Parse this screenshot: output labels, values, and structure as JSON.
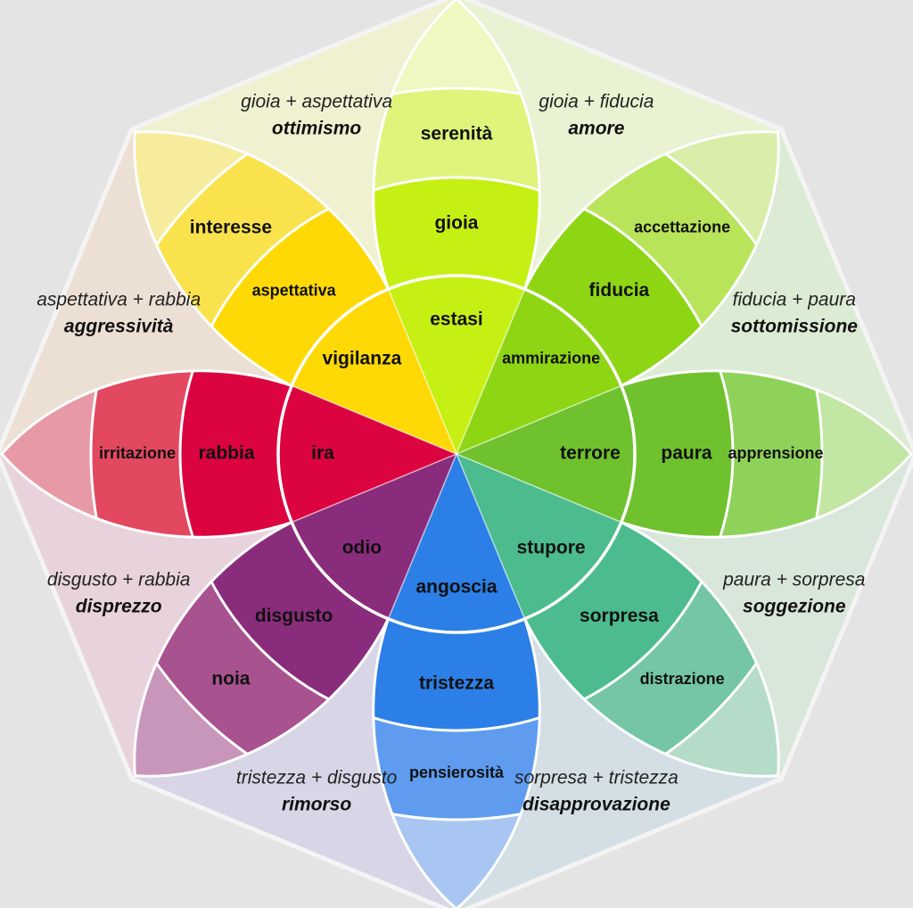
{
  "petals": [
    {
      "color": "#c6f014",
      "light": "#dff47a",
      "lighter": "#eef8c0",
      "inner": "estasi",
      "middle": "gioia",
      "outer": "serenità"
    },
    {
      "color": "#8ed614",
      "light": "#b8e45a",
      "lighter": "#d9eeaa",
      "inner": "ammirazione",
      "middle": "fiducia",
      "outer": "accettazione"
    },
    {
      "color": "#6fc12e",
      "light": "#8ed25a",
      "lighter": "#c2e6a3",
      "inner": "terrore",
      "middle": "paura",
      "outer": "apprensione"
    },
    {
      "color": "#4cbc8e",
      "light": "#74c6a6",
      "lighter": "#b5dcc9",
      "inner": "stupore",
      "middle": "sorpresa",
      "outer": "distrazione"
    },
    {
      "color": "#2b7fe6",
      "light": "#5f9cf0",
      "lighter": "#a9c6f2",
      "inner": "angoscia",
      "middle": "tristezza",
      "outer": "pensierosità"
    },
    {
      "color": "#8a2c7c",
      "light": "#a8528f",
      "lighter": "#c996bb",
      "inner": "odio",
      "middle": "disgusto",
      "outer": "noia"
    },
    {
      "color": "#dc0440",
      "light": "#e24860",
      "lighter": "#e899a6",
      "inner": "ira",
      "middle": "rabbia",
      "outer": "irritazione"
    },
    {
      "color": "#ffd905",
      "light": "#fae24c",
      "lighter": "#f6ec9c",
      "inner": "vigilanza",
      "middle": "aspettativa",
      "outer": "interesse"
    }
  ],
  "dyads": [
    {
      "combo": "gioia + fiducia",
      "name": "amore",
      "color": "#e9f2d2"
    },
    {
      "combo": "fiducia + paura",
      "name": "sottomissione",
      "color": "#dcebd3"
    },
    {
      "combo": "paura + sorpresa",
      "name": "soggezione",
      "color": "#d9e6da"
    },
    {
      "combo": "sorpresa + tristezza",
      "name": "disapprovazione",
      "color": "#d3dfe4"
    },
    {
      "combo": "tristezza + disgusto",
      "name": "rimorso",
      "color": "#d8d5e6"
    },
    {
      "combo": "disgusto + rabbia",
      "name": "disprezzo",
      "color": "#e8d3dc"
    },
    {
      "combo": "aspettativa + rabbia",
      "name": "aggressività",
      "color": "#ecdfd4"
    },
    {
      "combo": "gioia + aspettativa",
      "name": "ottimismo",
      "color": "#eff1d0"
    }
  ]
}
